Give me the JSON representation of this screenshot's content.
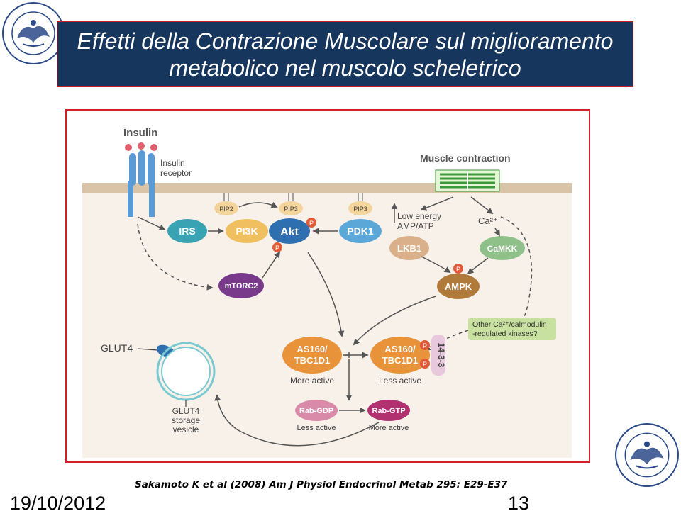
{
  "slide": {
    "title_line1": "Effetti della Contrazione Muscolare sul miglioramento",
    "title_line2": "metabolico nel muscolo scheletrico",
    "citation": "Sakamoto K et al (2008) Am J Physiol Endocrinol Metab 295: E29-E37",
    "date": "19/10/2012",
    "page_number": "13"
  },
  "colors": {
    "title_bg": "#17365d",
    "frame_border": "#d21f28",
    "membrane": "#d9c4a8",
    "cytoplasm": "#f8f1ea",
    "receptor": "#5b9bd5",
    "insulin_dot": "#e06070",
    "irs": "#3aa3b3",
    "pi3k": "#f0c060",
    "akt": "#2e6fb0",
    "pdk1": "#5ba8d8",
    "lkb1": "#d9b08a",
    "camkk": "#8fc08a",
    "ampk": "#b07a3a",
    "mtorc2": "#7a3a8c",
    "as160": "#e8923a",
    "rab_gdp": "#d88aa8",
    "rab_gtp": "#b03070",
    "glut4": "#2e6fb0",
    "phospho": "#e05a3a",
    "protein_1433": "#e8c8dc",
    "green_box": "#c8e0a0"
  },
  "diagram": {
    "insulin": "Insulin",
    "insulin_receptor_1": "Insulin",
    "insulin_receptor_2": "receptor",
    "muscle_contraction": "Muscle contraction",
    "pip2": "PIP2",
    "pip3_a": "PIP3",
    "pip3_b": "PIP3",
    "irs": "IRS",
    "pi3k": "PI3K",
    "akt": "Akt",
    "pdk1": "PDK1",
    "low_energy_1": "Low energy",
    "low_energy_2": "AMP/ATP",
    "ca": "Ca²⁺",
    "lkb1": "LKB1",
    "camkk": "CaMKK",
    "ampk": "AMPK",
    "mtorc2": "mTORC2",
    "other_kinases_1": "Other Ca²⁺/calmodulin",
    "other_kinases_2": "-regulated kinases?",
    "glut4": "GLUT4",
    "as160_active_1": "AS160/",
    "as160_active_2": "TBC1D1",
    "more_active_1": "More active",
    "as160_less_1": "AS160/",
    "as160_less_2": "TBC1D1",
    "less_active_1": "Less active",
    "protein_1433": "14-3-3",
    "phospho": "P",
    "rab_gdp": "Rab-GDP",
    "rab_gdp_state": "Less active",
    "rab_gtp": "Rab-GTP",
    "rab_gtp_state": "More active",
    "vesicle_1": "GLUT4",
    "vesicle_2": "storage",
    "vesicle_3": "vesicle"
  }
}
